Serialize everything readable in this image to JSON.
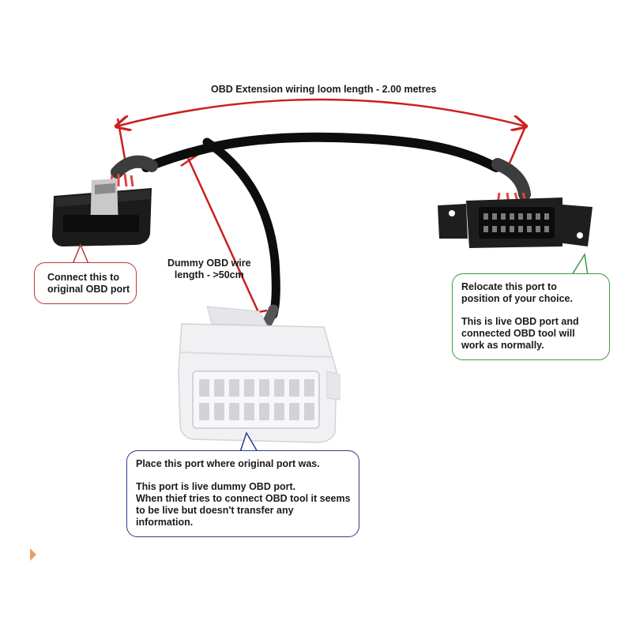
{
  "annotations": {
    "length_label": "OBD Extension wiring loom length - 2.00 metres",
    "dummy_wire_label": "Dummy OBD wire\nlength - >50cm"
  },
  "callouts": {
    "connect": {
      "text": "Connect this to\noriginal OBD port",
      "border_color": "#b83a3a"
    },
    "relocate": {
      "line1": "Relocate this port to\nposition of your choice.",
      "line2": "This is live OBD port and\nconnected OBD tool will\nwork as normally.",
      "border_color": "#3a9a45"
    },
    "dummy": {
      "line1": "Place this port where original port was.",
      "line2": "This port is live dummy OBD port.\nWhen thief tries to connect OBD tool it seems\nto be live but doesn't transfer any\ninformation.",
      "border_color": "#2b3a8f"
    }
  },
  "colors": {
    "arrow": "#cc1f1f",
    "cable": "#0d0d0d",
    "wire": "#e0453f",
    "male_connector": "#1b1b1b",
    "female_connector": "#1e1e1e",
    "dummy_connector": "#f1f1f3"
  }
}
